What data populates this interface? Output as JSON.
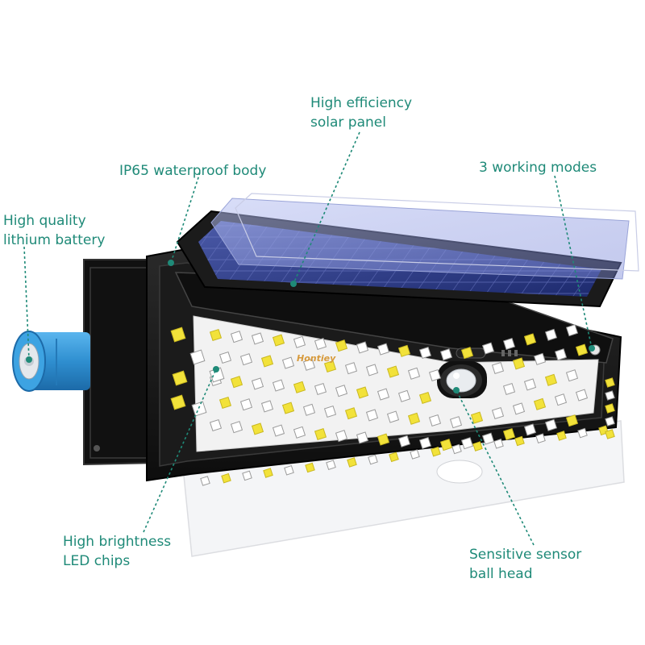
{
  "brand_logo_text": "Hontiey",
  "callouts": {
    "solar_panel": {
      "line1": "High efficiency",
      "line2": "solar panel"
    },
    "waterproof_body": {
      "line1": "IP65 waterproof body"
    },
    "working_modes": {
      "line1": "3 working modes"
    },
    "battery": {
      "line1": "High quality",
      "line2": "lithium battery"
    },
    "led_chips": {
      "line1": "High brightness",
      "line2": "LED chips"
    },
    "sensor": {
      "line1": "Sensitive sensor",
      "line2": "ball head"
    }
  },
  "colors": {
    "callout_text": "#1f8a78",
    "leader_line": "#1f8a78",
    "housing": "#1a1a1a",
    "solar_panel": "#2c3a8a",
    "battery": "#2f8fd0",
    "led_chip": "#f2e23a",
    "brand_logo": "#d79a3c"
  }
}
